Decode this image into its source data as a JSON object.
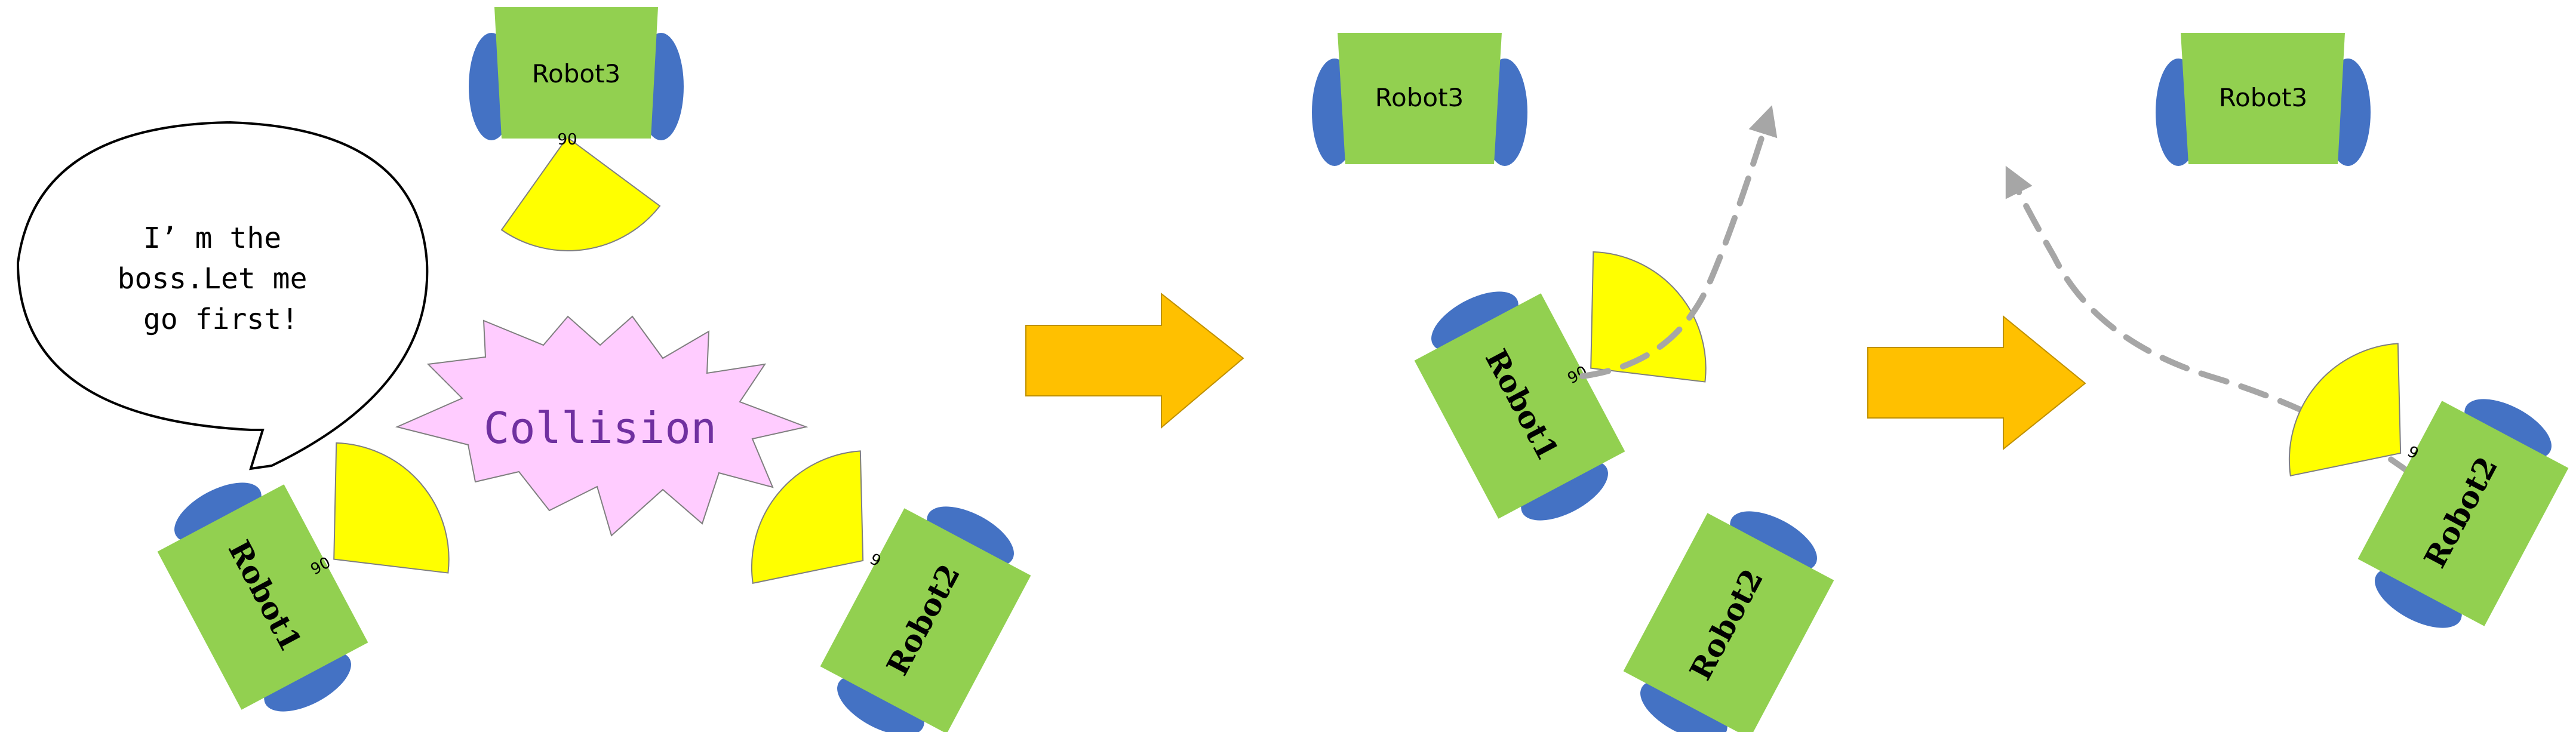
{
  "colors": {
    "robot_body": "#92d050",
    "robot_wheel": "#4472c4",
    "sensor": "#ffff00",
    "arrow": "#ffc000",
    "collision_fill": "#ffccff",
    "collision_text": "#7030a0",
    "speech_text": "#0070c0",
    "path": "#a6a6a6"
  },
  "speech": {
    "lines": [
      "I’ m the",
      "boss.Let me",
      "go first!"
    ]
  },
  "collision": {
    "label": "Collision"
  },
  "robots": {
    "p1_robot1": {
      "label": "Robot1",
      "sensor_angle": "90"
    },
    "p1_robot2": {
      "label": "Robot2",
      "sensor_angle": "9"
    },
    "p1_robot3": {
      "label": "Robot3",
      "sensor_angle": "90"
    },
    "p2_robot1": {
      "label": "Robot1",
      "sensor_angle": "90"
    },
    "p2_robot2": {
      "label": "Robot2"
    },
    "p2_robot3": {
      "label": "Robot3"
    },
    "p3_robot2": {
      "label": "Robot2",
      "sensor_angle": "9"
    },
    "p3_robot3": {
      "label": "Robot3"
    }
  }
}
